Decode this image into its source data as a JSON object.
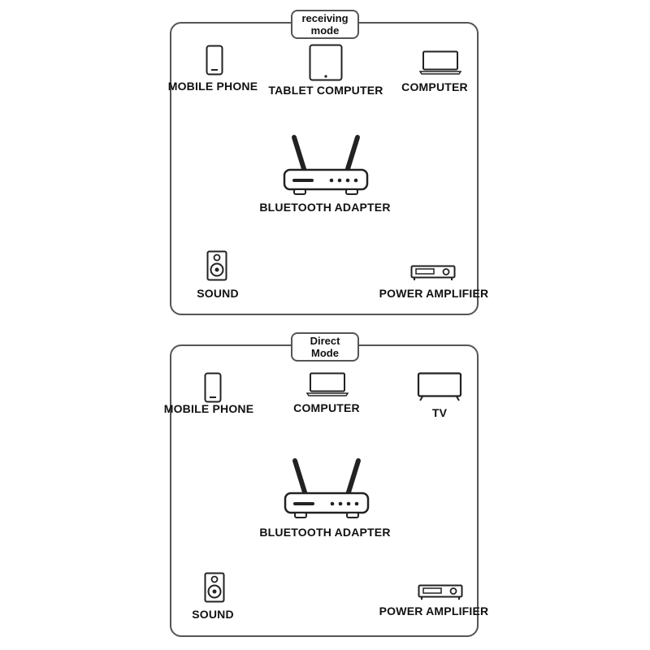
{
  "receiving": {
    "mode_line1": "receiving",
    "mode_line2": "mode",
    "sources": [
      "MOBILE PHONE",
      "TABLET COMPUTER",
      "COMPUTER"
    ],
    "adapter": "BLUETOOTH ADAPTER",
    "outputs": [
      "SOUND",
      "POWER AMPLIFIER"
    ]
  },
  "direct": {
    "mode_line1": "Direct",
    "mode_line2": "Mode",
    "sources": [
      "MOBILE PHONE",
      "COMPUTER",
      "TV"
    ],
    "adapter": "BLUETOOTH ADAPTER",
    "outputs": [
      "SOUND",
      "POWER AMPLIFIER"
    ]
  },
  "colors": {
    "stroke": "#555555",
    "line": "#888888",
    "text": "#111111"
  }
}
